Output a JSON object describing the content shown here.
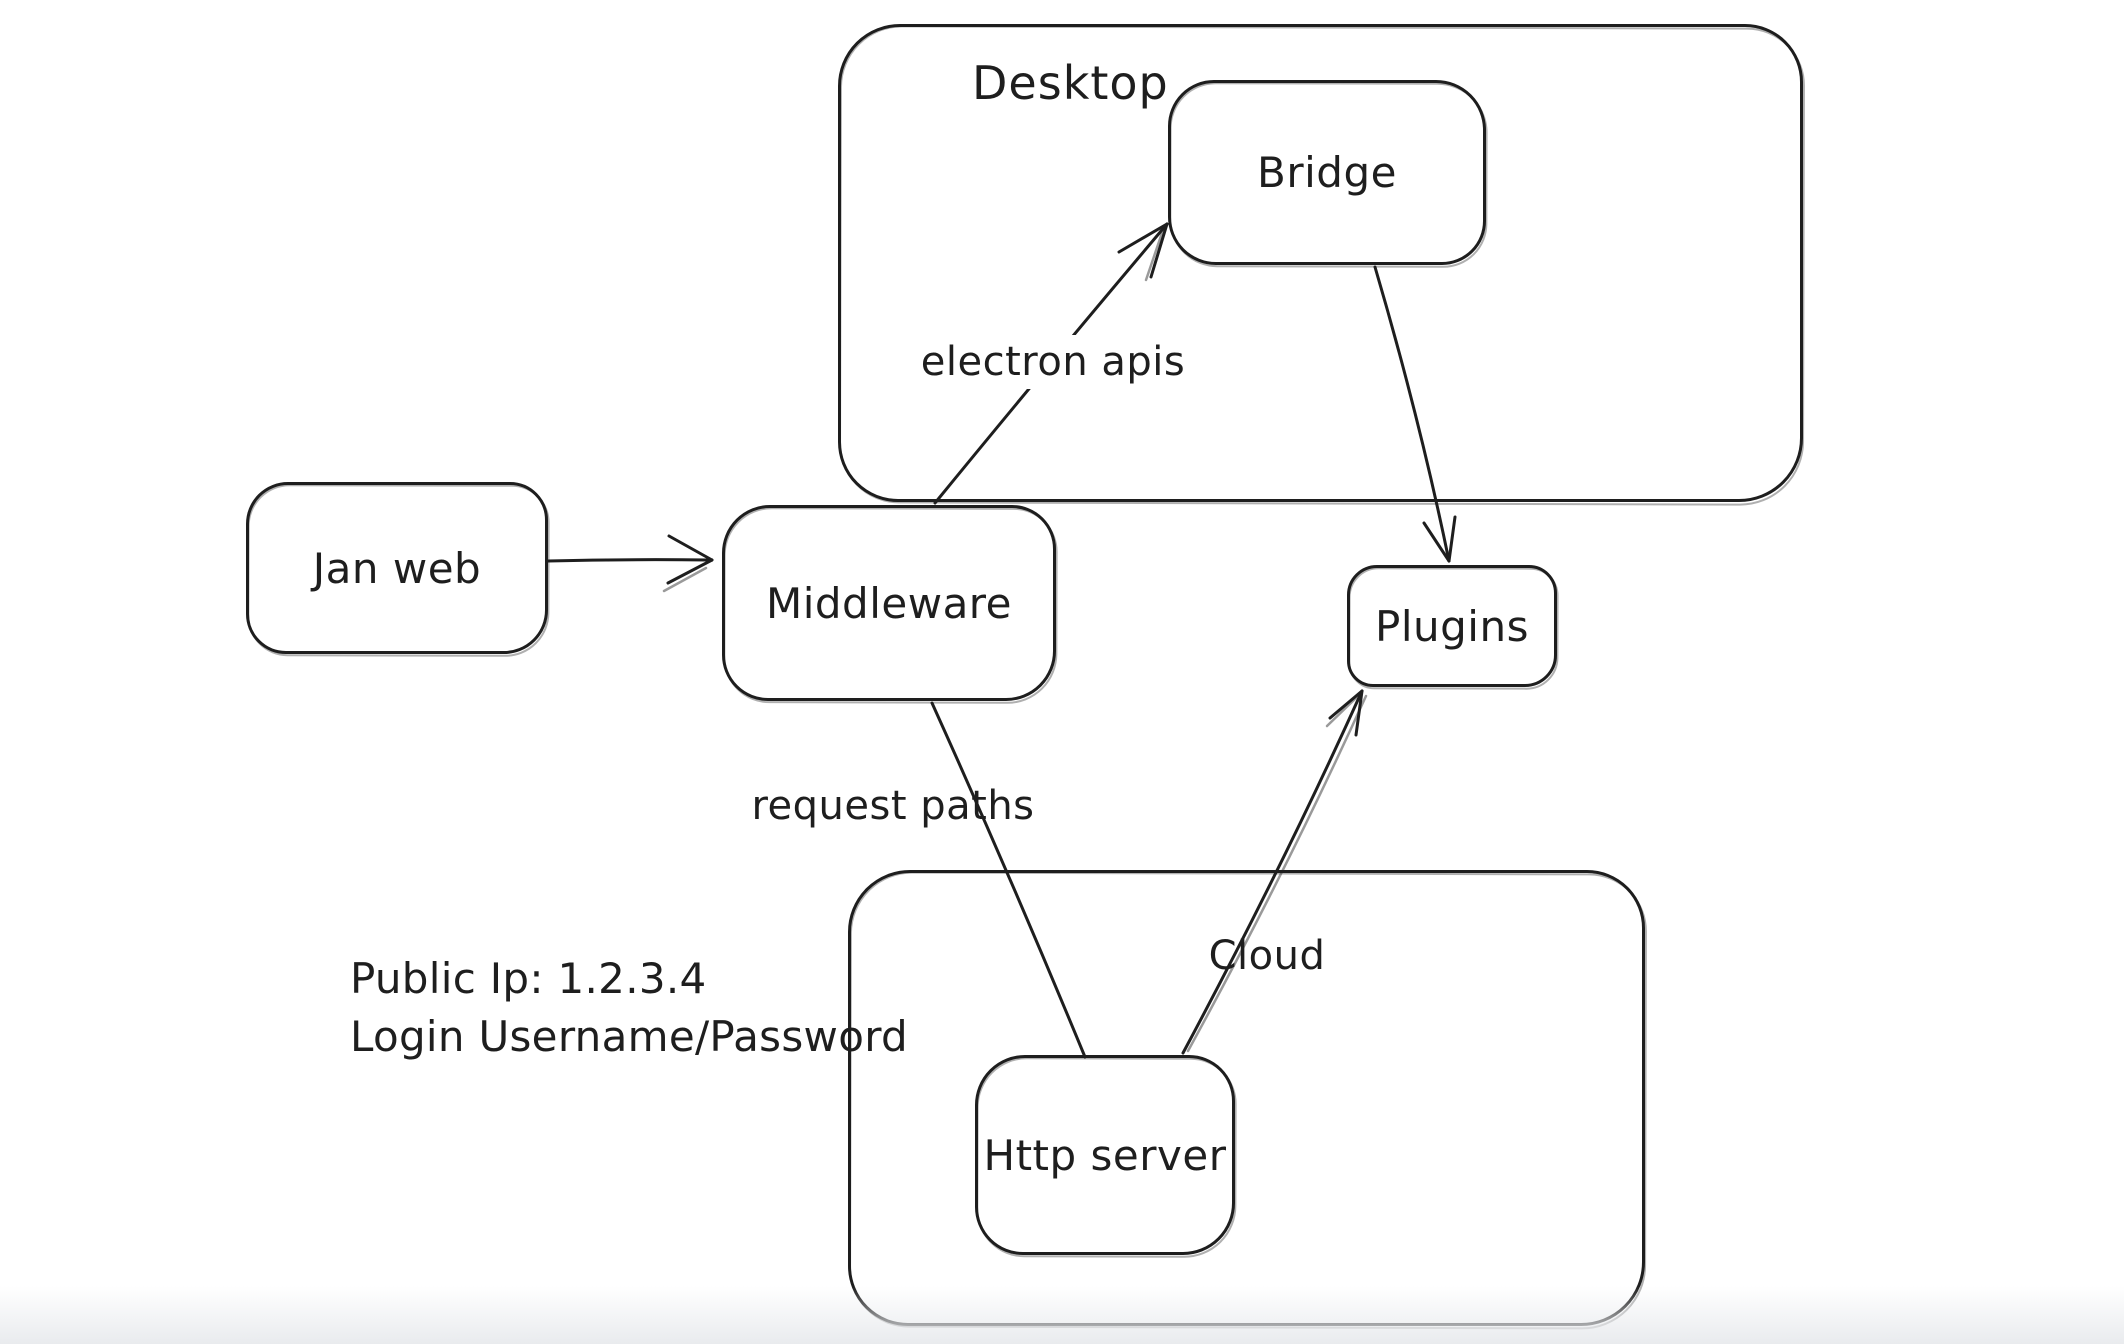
{
  "app": {
    "background": "#ffffff",
    "stroke_color": "#1e1e1e"
  },
  "containers": [
    {
      "id": "desktop",
      "label": "Desktop"
    },
    {
      "id": "cloud",
      "label": "Cloud"
    }
  ],
  "nodes": [
    {
      "id": "jan-web",
      "label": "Jan web"
    },
    {
      "id": "middleware",
      "label": "Middleware"
    },
    {
      "id": "bridge",
      "label": "Bridge"
    },
    {
      "id": "plugins",
      "label": "Plugins"
    },
    {
      "id": "http-server",
      "label": "Http server"
    }
  ],
  "edges": [
    {
      "from": "Jan web",
      "to": "Middleware",
      "label": ""
    },
    {
      "from": "Middleware",
      "to": "Bridge",
      "label": "electron apis"
    },
    {
      "from": "Bridge",
      "to": "Plugins",
      "label": ""
    },
    {
      "from": "Middleware",
      "to": "Http server",
      "label": "request paths"
    },
    {
      "from": "Http server",
      "to": "Plugins",
      "label": ""
    }
  ],
  "annotations": [
    {
      "text": "Public Ip: 1.2.3.4"
    },
    {
      "text": "Login Username/Password"
    }
  ]
}
